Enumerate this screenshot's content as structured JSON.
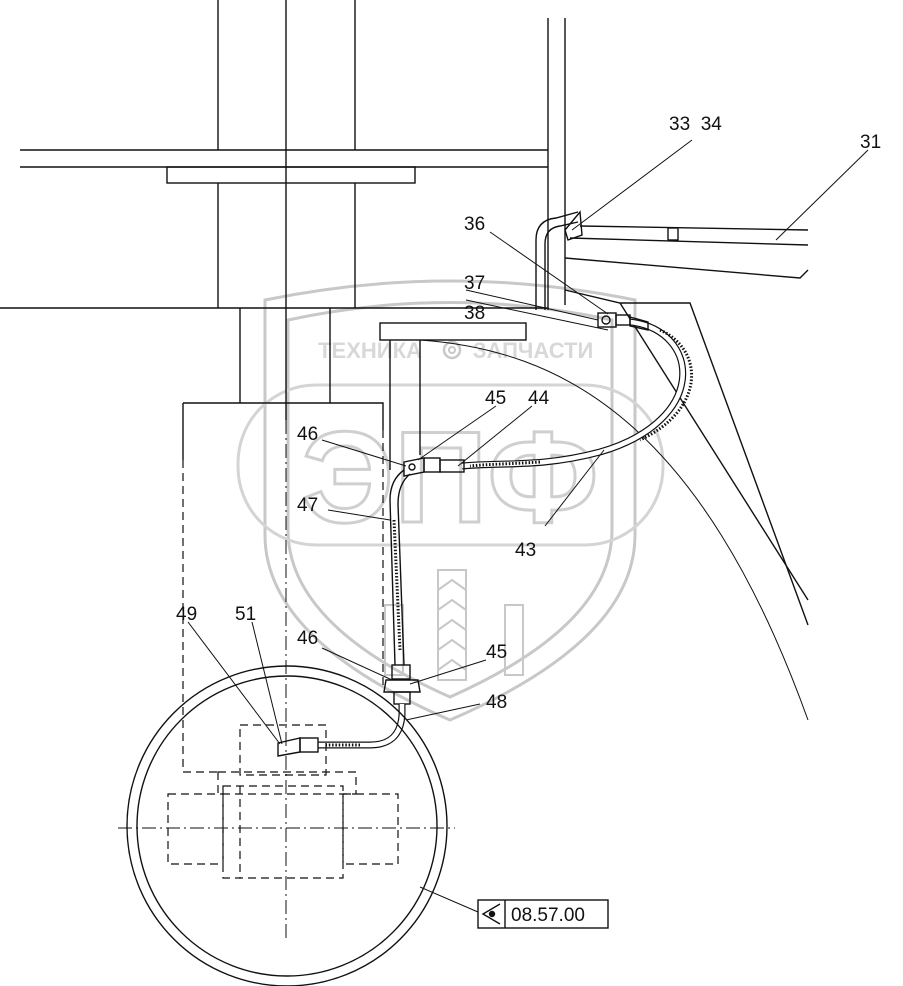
{
  "watermark": {
    "brand": "ЭПФ",
    "left_word": "ТЕХНИКА",
    "right_word": "ЗАПЧАСТИ"
  },
  "callouts": {
    "c31": "31",
    "c33_34": "33  34",
    "c36": "36",
    "c37": "37",
    "c38": "38",
    "c45_top": "45",
    "c44": "44",
    "c46_top": "46",
    "c47": "47",
    "c43": "43",
    "c49": "49",
    "c51": "51",
    "c46_bottom": "46",
    "c45_bottom": "45",
    "c48": "48"
  },
  "reference": {
    "label": "08.57.00",
    "icon": "view-eye-icon"
  }
}
